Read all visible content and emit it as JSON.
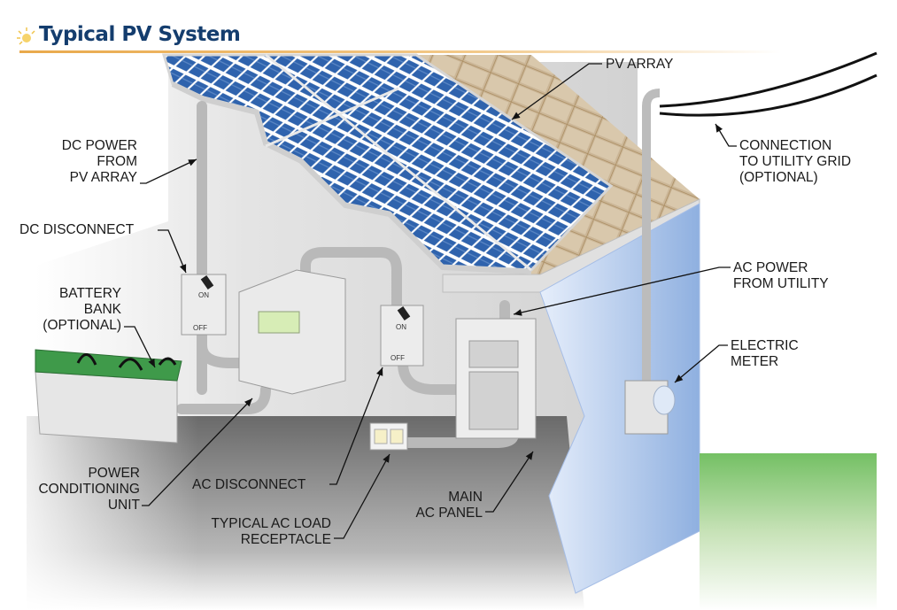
{
  "title": "Typical PV System",
  "labels": {
    "pv_array": "PV ARRAY",
    "dc_power": "DC POWER\nFROM\nPV ARRAY",
    "dc_disconnect": "DC DISCONNECT",
    "battery_bank": "BATTERY\nBANK\n(OPTIONAL)",
    "connection_grid": "CONNECTION\nTO UTILITY GRID\n(OPTIONAL)",
    "ac_power_utility": "AC POWER\nFROM UTILITY",
    "electric_meter": "ELECTRIC\nMETER",
    "power_conditioning": "POWER\nCONDITIONING\nUNIT",
    "ac_disconnect": "AC DISCONNECT",
    "ac_load_receptacle": "TYPICAL AC LOAD\nRECEPTACLE",
    "main_ac_panel": "MAIN\nAC PANEL"
  },
  "switch_text": {
    "on": "ON",
    "off": "OFF"
  },
  "colors": {
    "title": "#143d6e",
    "panel_blue": "#2c5fa8",
    "roof_tile": "#cdb89a",
    "wall_blue": "#b7cdee",
    "grass": "#7cc36b",
    "battery_green": "#3f9a4a",
    "floor_dark": "#5a5a5a"
  }
}
